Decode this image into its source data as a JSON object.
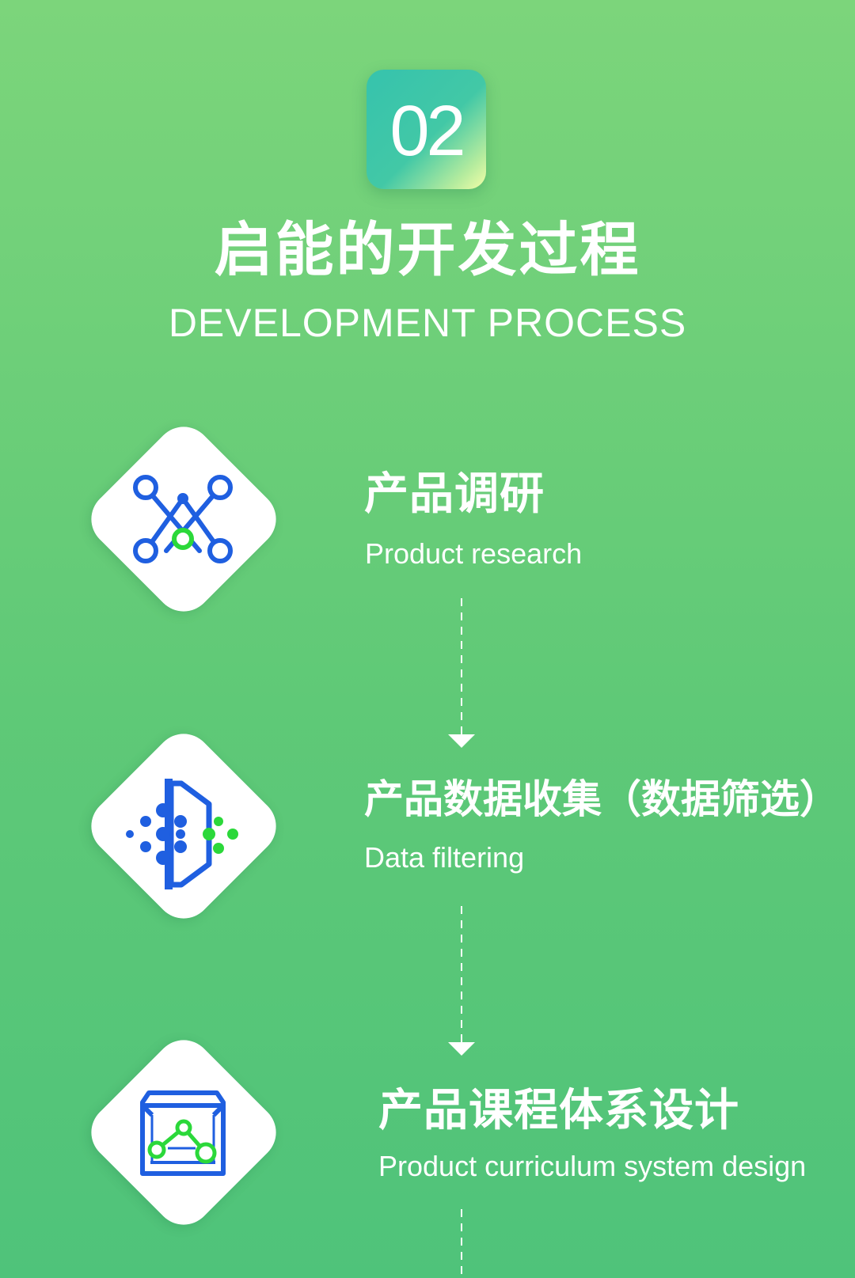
{
  "header": {
    "badge_number": "02",
    "title": "启能的开发过程",
    "subtitle": "DEVELOPMENT PROCESS"
  },
  "steps": [
    {
      "icon": "network-nodes-icon",
      "title": "产品调研",
      "subtitle": "Product research"
    },
    {
      "icon": "data-filter-icon",
      "title": "产品数据收集（数据筛选）",
      "subtitle": "Data filtering"
    },
    {
      "icon": "curriculum-chart-icon",
      "title": "产品课程体系设计",
      "subtitle": "Product curriculum system design"
    }
  ],
  "colors": {
    "background_top": "#7cd57b",
    "background_bottom": "#4fc37a",
    "icon_blue": "#1f5fe0",
    "icon_green": "#2bd83a",
    "text": "#ffffff"
  }
}
